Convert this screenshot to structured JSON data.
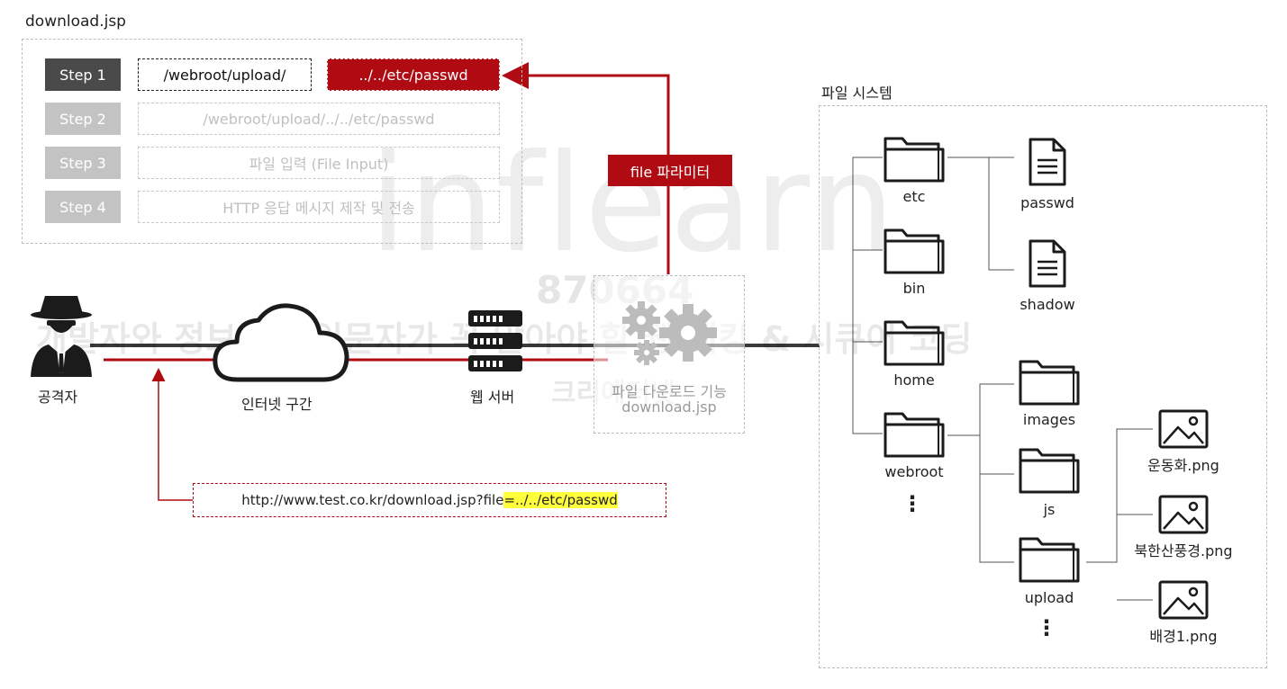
{
  "jsp_box": {
    "title": "download.jsp",
    "steps": [
      {
        "tag": "Step 1",
        "field": "/webroot/upload/",
        "extra": "../../etc/passwd"
      },
      {
        "tag": "Step 2",
        "field": "/webroot/upload/../../etc/passwd"
      },
      {
        "tag": "Step 3",
        "field": "파일 입력 (File Input)"
      },
      {
        "tag": "Step 4",
        "field": "HTTP 응답 메시지 제작 및 전송"
      }
    ]
  },
  "param_label": "file 파라미터",
  "network": {
    "attacker": "공격자",
    "internet": "인터넷 구간",
    "webserver": "웹 서버",
    "feature_line1": "파일 다운로드 기능",
    "feature_line2": "download.jsp"
  },
  "request": {
    "url_prefix": "http://www.test.co.kr/download.jsp?file",
    "url_highlight": "=../../etc/passwd"
  },
  "filesystem": {
    "title": "파일 시스템",
    "folders": [
      "etc",
      "bin",
      "home",
      "webroot"
    ],
    "etc_files": [
      "passwd",
      "shadow"
    ],
    "webroot_folders": [
      "images",
      "js",
      "upload"
    ],
    "upload_files": [
      "운동화.png",
      "북한산풍경.png",
      "배경1.png"
    ],
    "ellipsis": "⋮"
  },
  "watermark": {
    "brand": "inflearn",
    "code": "870664",
    "course": "개발자와 정보보안 입문자가 꼭 알아야 할 웹 해킹 & 시큐어 코딩",
    "sub": "크리에터넷"
  },
  "colors": {
    "accent": "#b00a12",
    "step_active": "#4a4a4a",
    "step_inactive": "#c3c3c3",
    "highlight": "#ffff3c"
  }
}
